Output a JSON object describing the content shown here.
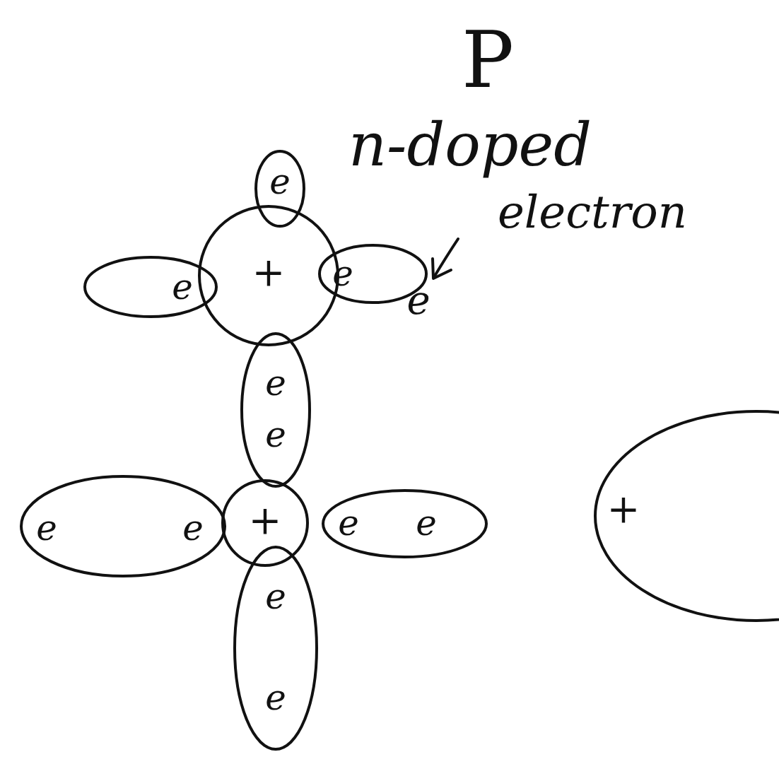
{
  "diagram": {
    "nodes": [
      {
        "text": [
          "+"
        ]
      },
      {
        "text": [
          "e"
        ]
      },
      {
        "text": [
          "e"
        ]
      },
      {
        "text": [
          "e"
        ]
      },
      {
        "text": [
          "e",
          "e"
        ]
      },
      {
        "text": [
          "+"
        ]
      },
      {
        "text": [
          "e",
          "e"
        ]
      },
      {
        "text": [
          "e",
          "e"
        ]
      },
      {
        "text": [
          "e",
          "e"
        ]
      },
      {
        "text": [
          "+"
        ]
      }
    ],
    "labels": [
      "P",
      "n-doped",
      "electron",
      "e"
    ]
  }
}
